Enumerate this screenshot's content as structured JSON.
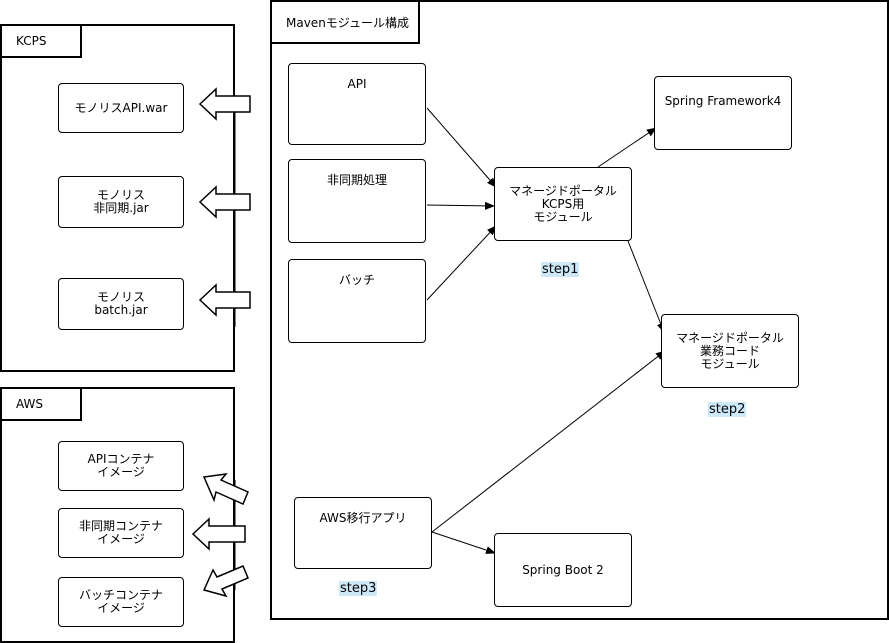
{
  "kcps": {
    "title": "KCPS",
    "items": [
      {
        "label": "モノリスAPI.war"
      },
      {
        "label": "モノリス\n非同期.jar"
      },
      {
        "label": "モノリス\nbatch.jar"
      }
    ]
  },
  "aws": {
    "title": "AWS",
    "items": [
      {
        "label": "APIコンテナ\nイメージ"
      },
      {
        "label": "非同期コンテナ\nイメージ"
      },
      {
        "label": "バッチコンテナ\nイメージ"
      }
    ]
  },
  "maven": {
    "title": "Mavenモジュール構成",
    "nodes": {
      "api": "API",
      "async": "非同期処理",
      "batch": "バッチ",
      "portal_kcps": "マネージドポータル\nKCPS用\nモジュール",
      "spring_framework": "Spring Framework4",
      "portal_business": "マネージドポータル\n業務コード\nモジュール",
      "aws_app": "AWS移行アプリ",
      "spring_boot": "Spring Boot 2"
    },
    "steps": {
      "step1": "step1",
      "step2": "step2",
      "step3": "step3"
    }
  },
  "colors": {
    "step_highlight": "#cde8f7",
    "line": "#000000"
  }
}
